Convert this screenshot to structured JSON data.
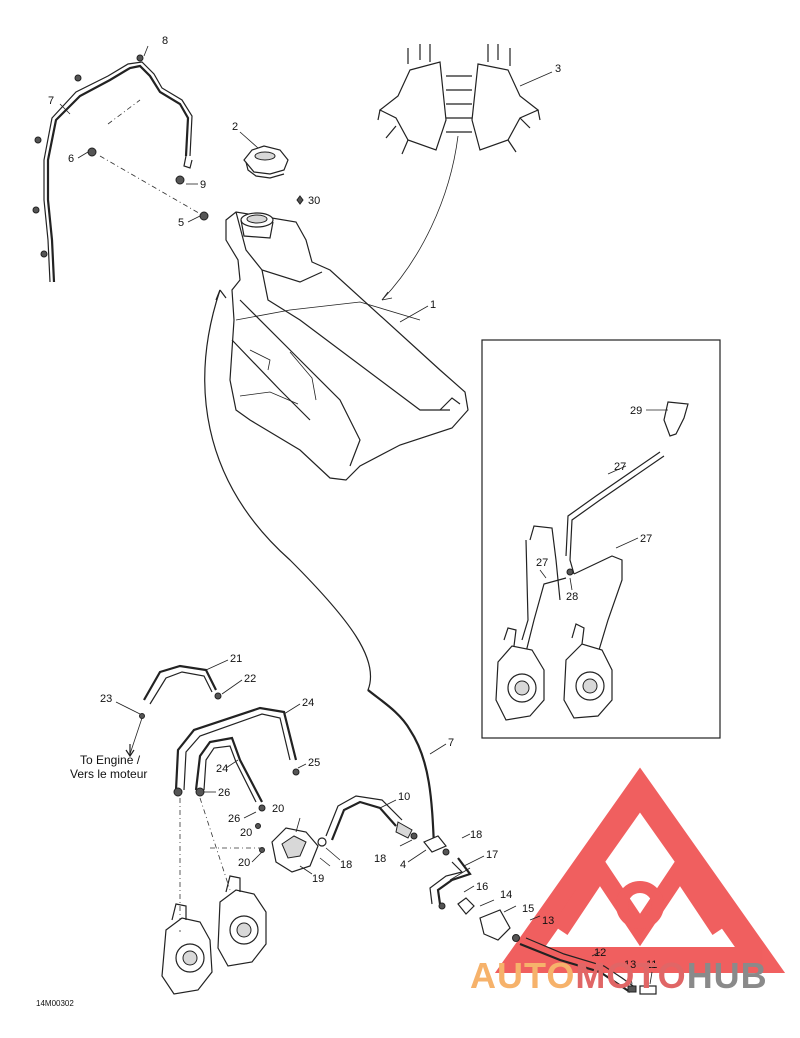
{
  "callouts": {
    "n1": "1",
    "n2": "2",
    "n3": "3",
    "n4": "4",
    "n5": "5",
    "n6": "6",
    "n7a": "7",
    "n7b": "7",
    "n8": "8",
    "n9": "9",
    "n10": "10",
    "n11": "11",
    "n12": "12",
    "n13a": "13",
    "n13b": "13",
    "n14": "14",
    "n15": "15",
    "n16": "16",
    "n17": "17",
    "n18a": "18",
    "n18b": "18",
    "n18c": "18",
    "n19": "19",
    "n20a": "20",
    "n20b": "20",
    "n20c": "20",
    "n21": "21",
    "n22": "22",
    "n23": "23",
    "n24a": "24",
    "n24b": "24",
    "n25": "25",
    "n26a": "26",
    "n26b": "26",
    "n27a": "27",
    "n27b": "27",
    "n27c": "27",
    "n28": "28",
    "n29": "29",
    "n30": "30"
  },
  "engine_label": {
    "line1": "To Engine /",
    "line2": "Vers le moteur"
  },
  "figure_code": "14M00302",
  "watermark": {
    "part1": "AUTO",
    "part2": "MOTO",
    "part3": "HUB",
    "colors": {
      "auto": "#f6b26b",
      "moto": "#e06666",
      "hub": "#8a8a8a",
      "logo": "#ee4444"
    }
  }
}
